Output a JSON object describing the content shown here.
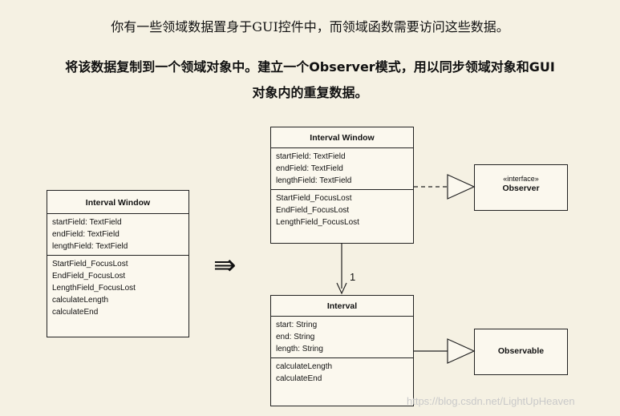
{
  "text": {
    "intro": "你有一些领域数据置身于GUI控件中，而领域函数需要访问这些数据。",
    "solution_line1": "将该数据复制到一个领域对象中。建立一个Observer模式，用以同步领域对象和GUI",
    "solution_line2": "对象内的重复数据。"
  },
  "left_class": {
    "name": "Interval Window",
    "fields": [
      "startField: TextField",
      "endField: TextField",
      "lengthField: TextField"
    ],
    "methods": [
      "StartField_FocusLost",
      "EndField_FocusLost",
      "LengthField_FocusLost",
      "calculateLength",
      "calculateEnd"
    ]
  },
  "refactor_arrow": "⇛",
  "right_window_class": {
    "name": "Interval Window",
    "fields": [
      "startField: TextField",
      "endField: TextField",
      "lengthField: TextField"
    ],
    "methods": [
      "StartField_FocusLost",
      "EndField_FocusLost",
      "LengthField_FocusLost"
    ]
  },
  "observer": {
    "stereotype": "«interface»",
    "name": "Observer"
  },
  "association_multiplicity": "1",
  "interval_class": {
    "name": "Interval",
    "fields": [
      "start: String",
      "end: String",
      "length: String"
    ],
    "methods": [
      "calculateLength",
      "calculateEnd"
    ]
  },
  "observable": {
    "name": "Observable"
  },
  "watermark": "https://blog.csdn.net/LightUpHeaven"
}
